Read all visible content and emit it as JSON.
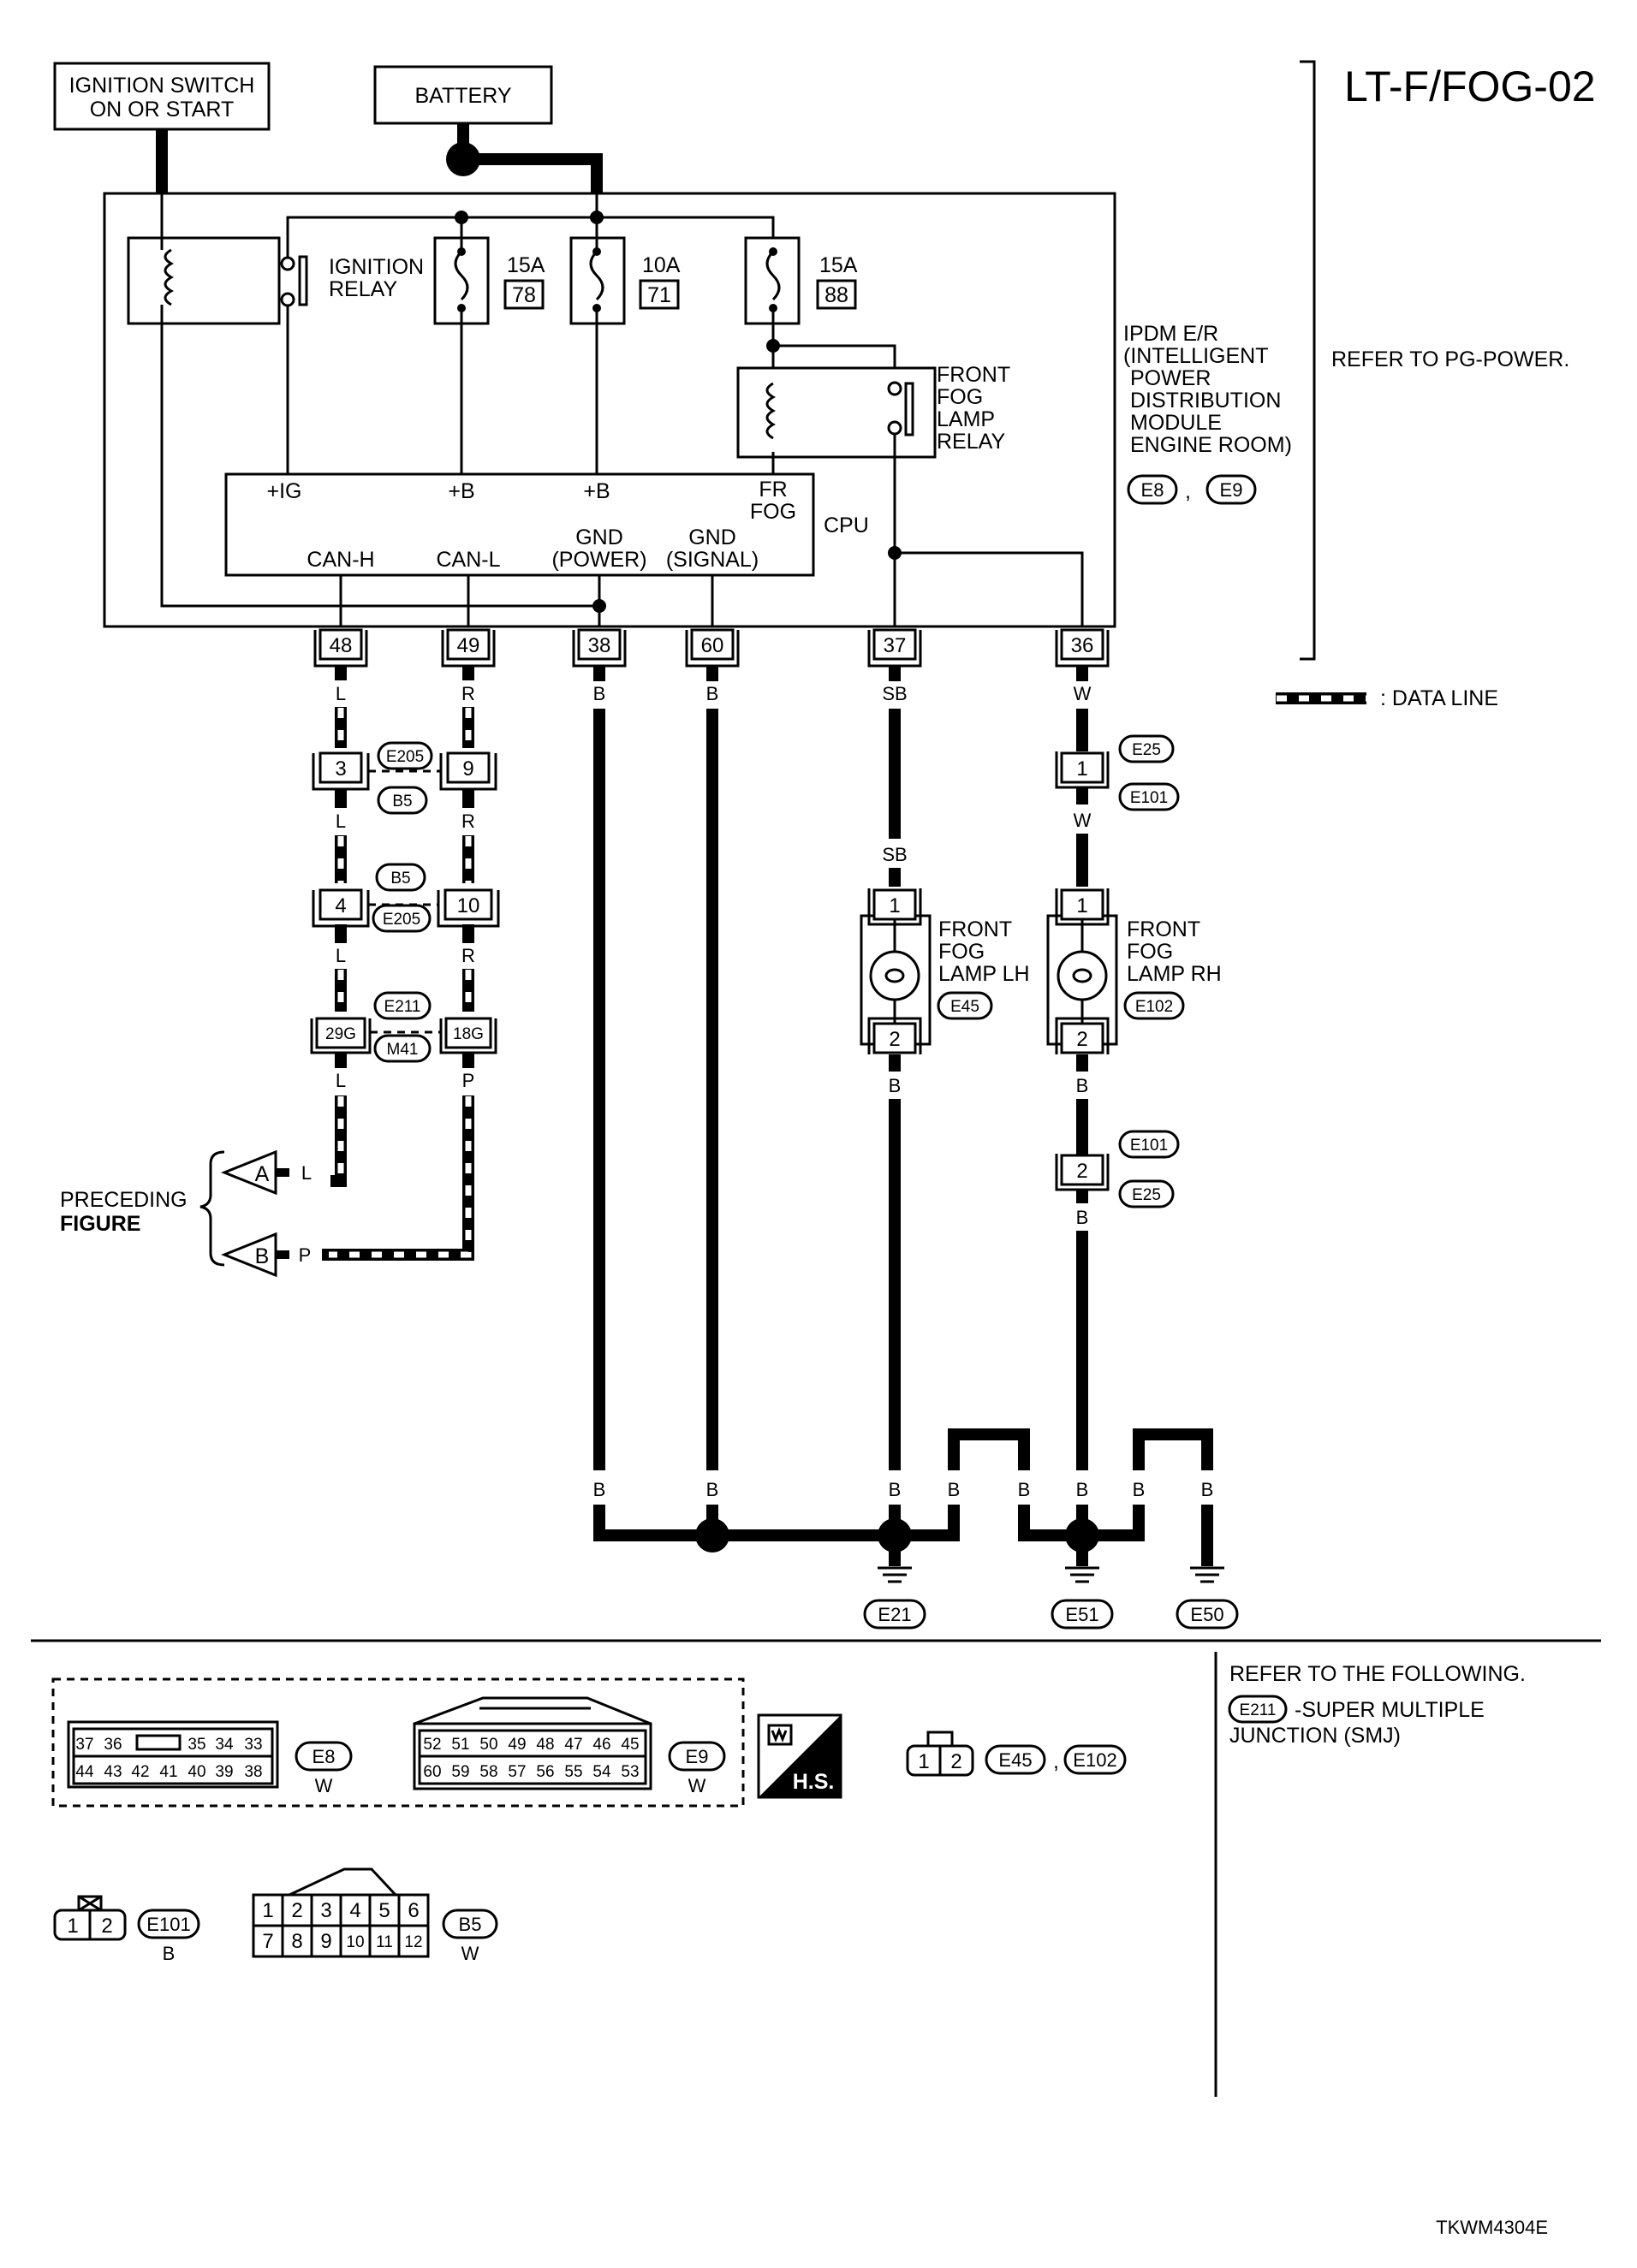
{
  "diagram_id": "LT-F/FOG-02",
  "footer_code": "TKWM4304E",
  "sources": {
    "ignition_switch": [
      "IGNITION SWITCH",
      "ON OR START"
    ],
    "battery": "BATTERY"
  },
  "ipdm": {
    "ignition_relay": [
      "IGNITION",
      "RELAY"
    ],
    "fuses": [
      {
        "rating": "15A",
        "number": "78"
      },
      {
        "rating": "10A",
        "number": "71"
      },
      {
        "rating": "15A",
        "number": "88"
      }
    ],
    "fog_relay": [
      "FRONT",
      "FOG",
      "LAMP",
      "RELAY"
    ],
    "label": [
      "IPDM E/R",
      "(INTELLIGENT",
      "POWER",
      "DISTRIBUTION",
      "MODULE",
      "ENGINE ROOM)"
    ],
    "connectors": [
      "E8",
      "E9"
    ],
    "cpu": {
      "label": "CPU",
      "inputs": [
        "+IG",
        "+B",
        "+B",
        "FR",
        "FOG"
      ],
      "outputs": [
        "CAN-H",
        "CAN-L",
        "GND",
        "(POWER)",
        "GND",
        "(SIGNAL)"
      ]
    },
    "pins": [
      "48",
      "49",
      "38",
      "60",
      "37",
      "36"
    ]
  },
  "refer_pg": "REFER TO PG-POWER.",
  "legend": {
    "data_line": ": DATA LINE"
  },
  "wires": {
    "can_h": [
      "L",
      "L",
      "L",
      "L"
    ],
    "can_l": [
      "R",
      "R",
      "R",
      "P"
    ],
    "gnd_38": "B",
    "gnd_60": "B",
    "fog_lh": [
      "SB",
      "SB",
      "B"
    ],
    "fog_rh": [
      "W",
      "W",
      "B",
      "B"
    ],
    "ground_labels": [
      "B",
      "B",
      "B",
      "B",
      "B",
      "B",
      "B",
      "B"
    ]
  },
  "junctions": {
    "j1": {
      "left": "3",
      "right": "9",
      "top": "E205",
      "bottom": "B5"
    },
    "j2": {
      "left": "4",
      "right": "10",
      "top": "B5",
      "bottom": "E205"
    },
    "j3": {
      "left": "29G",
      "right": "18G",
      "top": "E211",
      "bottom": "M41"
    },
    "e25_top": {
      "pin": "1",
      "top": "E25",
      "bottom": "E101"
    },
    "e101_bot": {
      "pin": "2",
      "top": "E101",
      "bottom": "E25"
    }
  },
  "lamps": {
    "lh": {
      "pins": [
        "1",
        "2"
      ],
      "label": [
        "FRONT",
        "FOG",
        "LAMP LH"
      ],
      "connector": "E45"
    },
    "rh": {
      "pins": [
        "1",
        "2"
      ],
      "label": [
        "FRONT",
        "FOG",
        "LAMP RH"
      ],
      "connector": "E102"
    }
  },
  "preceding": {
    "label": [
      "PRECEDING",
      "FIGURE"
    ],
    "a": {
      "letter": "A",
      "wire": "L"
    },
    "b": {
      "letter": "B",
      "wire": "P"
    }
  },
  "grounds": [
    "E21",
    "E51",
    "E50"
  ],
  "connector_views": {
    "e8": {
      "row1": [
        "37",
        "36",
        "35",
        "34",
        "33"
      ],
      "row2": [
        "44",
        "43",
        "42",
        "41",
        "40",
        "39",
        "38"
      ],
      "name": "E8",
      "color": "W"
    },
    "e9": {
      "row1": [
        "52",
        "51",
        "50",
        "49",
        "48",
        "47",
        "46",
        "45"
      ],
      "row2": [
        "60",
        "59",
        "58",
        "57",
        "56",
        "55",
        "54",
        "53"
      ],
      "name": "E9",
      "color": "W"
    },
    "hs": "H.S.",
    "e45": {
      "pins": [
        "1",
        "2"
      ],
      "names": [
        "E45",
        "E102"
      ]
    },
    "e101": {
      "pins": [
        "1",
        "2"
      ],
      "name": "E101",
      "color": "B"
    },
    "b5": {
      "row1": [
        "1",
        "2",
        "3",
        "4",
        "5",
        "6"
      ],
      "row2": [
        "7",
        "8",
        "9",
        "10",
        "11",
        "12"
      ],
      "name": "B5",
      "color": "W"
    }
  },
  "refer_following": {
    "heading": "REFER TO THE FOLLOWING.",
    "item_conn": "E211",
    "item_text": [
      "-SUPER MULTIPLE",
      "JUNCTION (SMJ)"
    ]
  }
}
